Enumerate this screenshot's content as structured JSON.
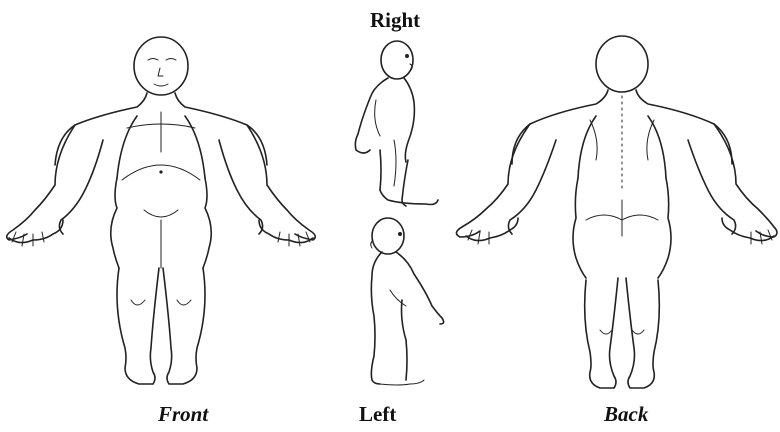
{
  "labels": {
    "right": "Right",
    "front": "Front",
    "left": "Left",
    "back": "Back"
  },
  "colors": {
    "outline": "#222222",
    "background": "#ffffff"
  }
}
